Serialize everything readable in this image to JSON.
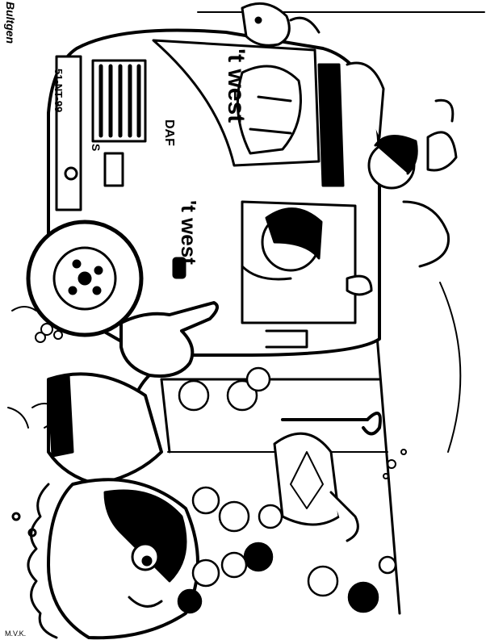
{
  "image": {
    "type": "coloring-page",
    "colors": {
      "ink": "#000000",
      "paper": "#ffffff"
    }
  },
  "truck": {
    "brand_front": "DAF",
    "plate": "51-NT-99",
    "grille_badge": "S",
    "cab_logo_top": "'t west",
    "cab_logo_side": "'t west"
  },
  "signature": {
    "artist": "Bultgen",
    "initials": "M.V.K."
  }
}
